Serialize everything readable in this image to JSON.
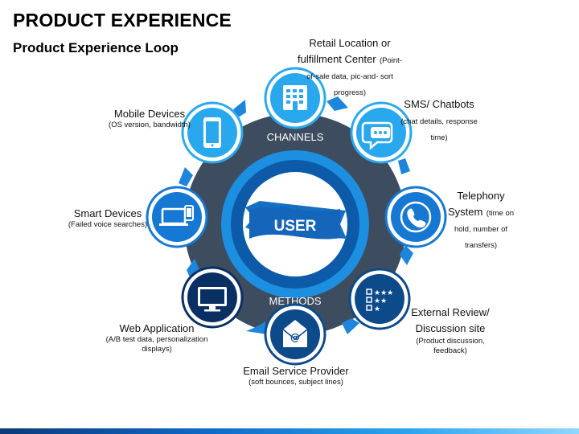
{
  "title": "PRODUCT EXPERIENCE",
  "subtitle": "Product Experience Loop",
  "center": {
    "label": "USER",
    "ring_top": "CHANNELS",
    "ring_bottom": "METHODS"
  },
  "nodes": [
    {
      "key": "retail",
      "icon": "building-icon",
      "main": "Retail Location or fulfillment Center",
      "sub": "(Point-of-sale data, pic-and- sort progress)"
    },
    {
      "key": "sms",
      "icon": "chat-bubble-icon",
      "main": "SMS/ Chatbots",
      "sub": "(chat details, response time)"
    },
    {
      "key": "telephony",
      "icon": "phone-icon",
      "main": "Telephony System",
      "sub": "(time on hold, number of transfers)"
    },
    {
      "key": "review",
      "icon": "star-rating-icon",
      "main": "External Review/ Discussion site",
      "sub": "(Product discussion, feedback)"
    },
    {
      "key": "email",
      "icon": "email-icon",
      "main": "Email Service Provider",
      "sub": "(soft bounces, subject lines)"
    },
    {
      "key": "web",
      "icon": "monitor-icon",
      "main": "Web Application",
      "sub": "(A/B test data, personalization displays)"
    },
    {
      "key": "smart",
      "icon": "smart-devices-icon",
      "main": "Smart Devices",
      "sub": "(Failed voice searches)"
    },
    {
      "key": "mobile",
      "icon": "mobile-phone-icon",
      "main": "Mobile Devices",
      "sub": "(OS version, bandwidth)"
    }
  ],
  "colors": {
    "outer_ring": "#3d4d5f",
    "light_blue": "#2aa8ee",
    "mid_blue": "#1678d2",
    "dark_blue": "#0d4a8a",
    "navy": "#0a2f63",
    "arrow": "#1d86dc"
  }
}
